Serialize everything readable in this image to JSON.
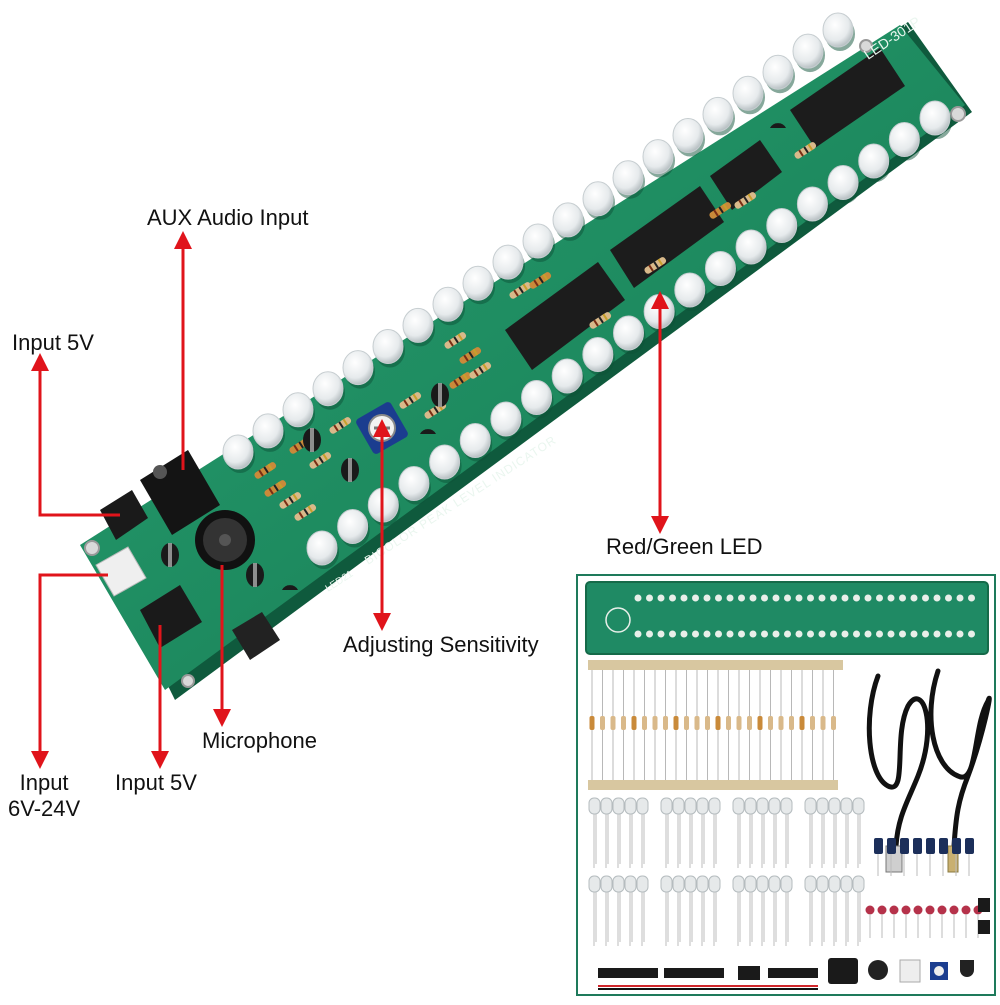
{
  "board": {
    "silkscreen_model": "LED-301P",
    "silkscreen_title": "BICOLOR PEAK LEVEL INDICATOR",
    "led_label": "LED21",
    "led_count": 42
  },
  "callouts": {
    "aux_audio_input": "AUX Audio Input",
    "input_5v_left": "Input 5V",
    "red_green_led": "Red/Green LED",
    "adjusting_sensitivity": "Adjusting Sensitivity",
    "microphone": "Microphone",
    "input_6v_24v_line1": "Input",
    "input_6v_24v_line2": "6V-24V",
    "input_5v_bottom": "Input 5V"
  },
  "colors": {
    "pcb": "#1f8a64",
    "pcb_dark": "#15704f",
    "arrow": "#e0141b",
    "led": "#f2f4f5",
    "chip": "#1c1c1c",
    "inset_border": "#1e7a5b"
  }
}
